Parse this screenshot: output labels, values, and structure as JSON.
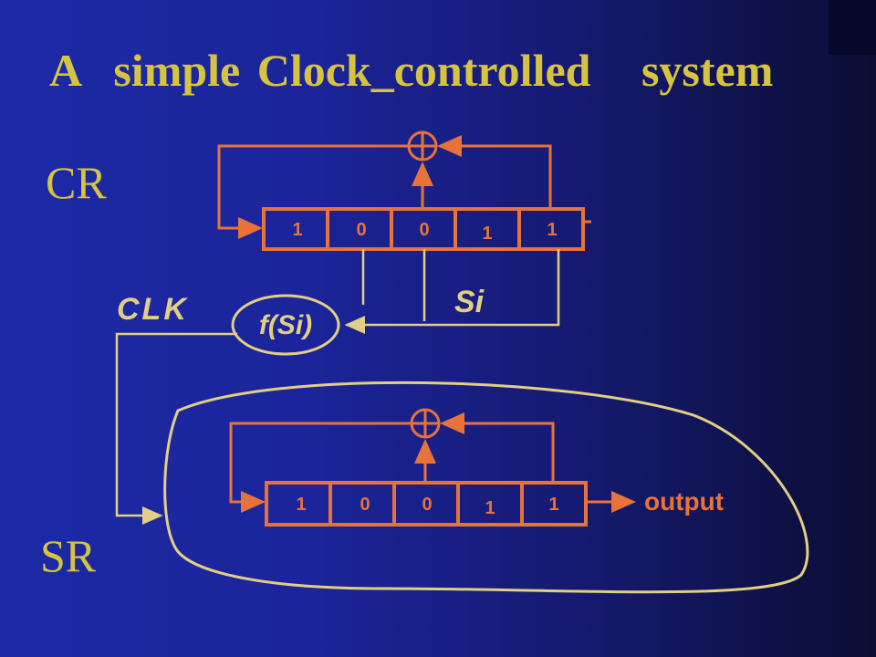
{
  "title": "A  simple Clock_controlled   system",
  "labels": {
    "cr": "CR",
    "sr": "SR",
    "clk": "CLK",
    "si": "Si",
    "f": "f(Si)",
    "output": "output"
  },
  "cr_register": [
    "1",
    "0",
    "0",
    "1",
    "1"
  ],
  "sr_register": [
    "1",
    "0",
    "0",
    "1",
    "1"
  ],
  "colors": {
    "text": "#d6c440",
    "register": "#e8733a",
    "wire": "#e2cf84"
  }
}
